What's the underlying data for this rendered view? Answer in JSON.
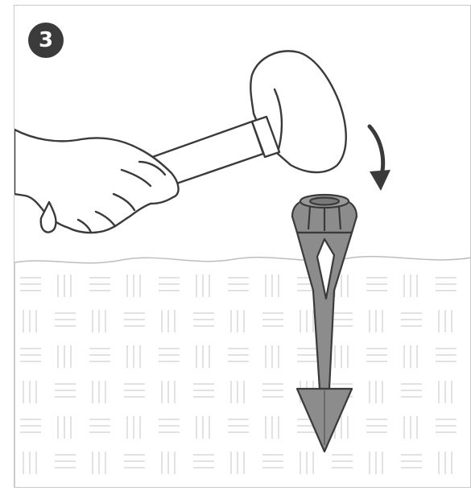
{
  "step": {
    "number": "3"
  },
  "colors": {
    "ink": "#3a3a3a",
    "stake_fill": "#8c8c8c",
    "stake_dark": "#6e6e6e",
    "ground_line": "#c8c8c8",
    "badge": "#3b3b3b"
  },
  "icons": {
    "hand": "hand-holding-mallet",
    "mallet": "rubber-mallet",
    "arrow": "curved-downward-arrow",
    "stake": "ground-stake",
    "ground": "soil-pattern"
  }
}
